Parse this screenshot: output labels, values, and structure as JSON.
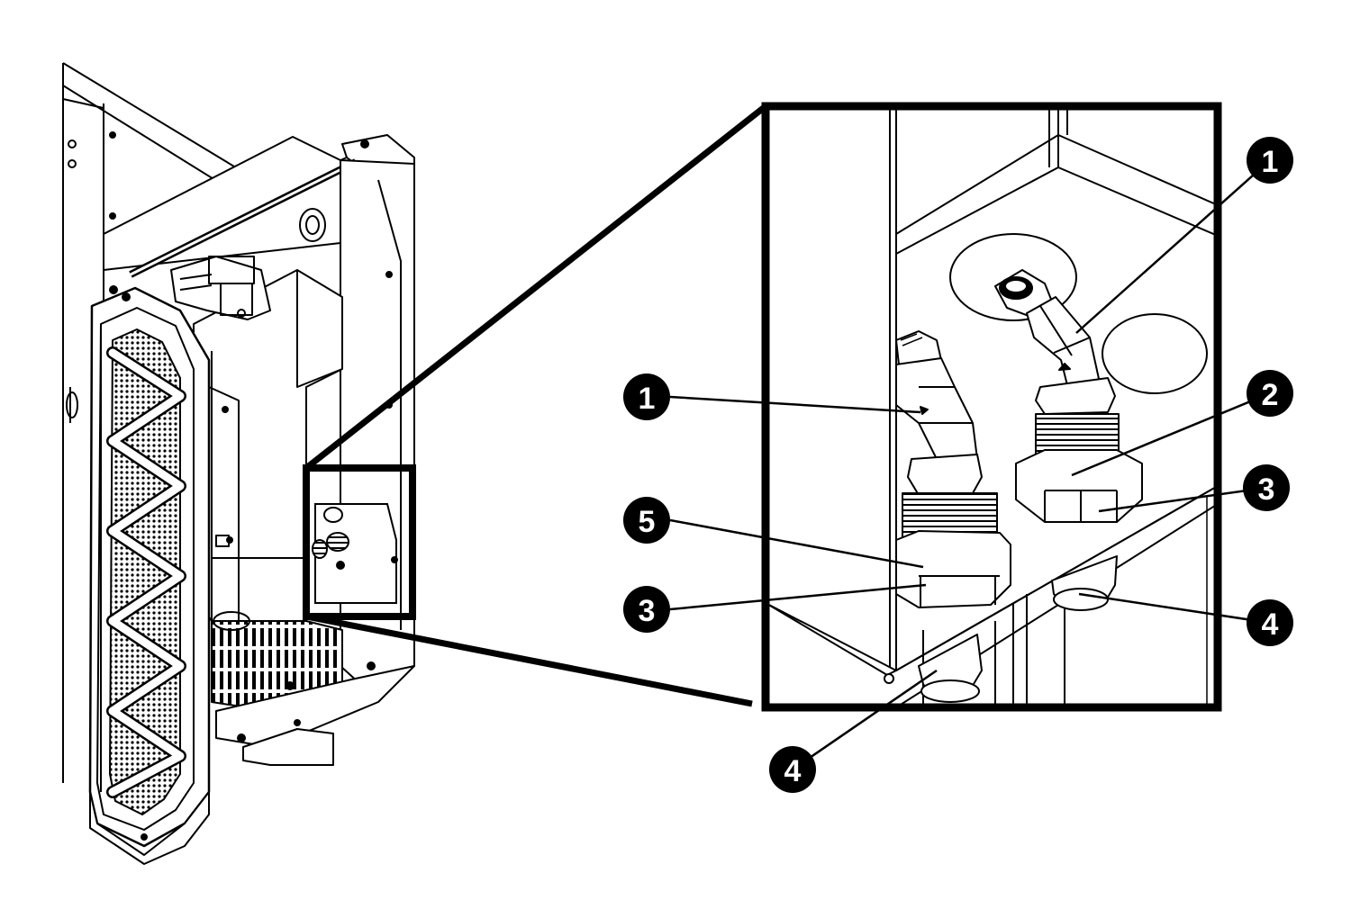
{
  "diagram": {
    "colors": {
      "ink": "#000000",
      "paper": "#ffffff",
      "hatch": "#1a1a1a"
    },
    "callouts": [
      {
        "id": "c1-left",
        "label": "1"
      },
      {
        "id": "c5",
        "label": "5"
      },
      {
        "id": "c3-left",
        "label": "3"
      },
      {
        "id": "c4-bottom",
        "label": "4"
      },
      {
        "id": "c1-right",
        "label": "1"
      },
      {
        "id": "c2",
        "label": "2"
      },
      {
        "id": "c3-right",
        "label": "3"
      },
      {
        "id": "c4-right",
        "label": "4"
      }
    ]
  }
}
